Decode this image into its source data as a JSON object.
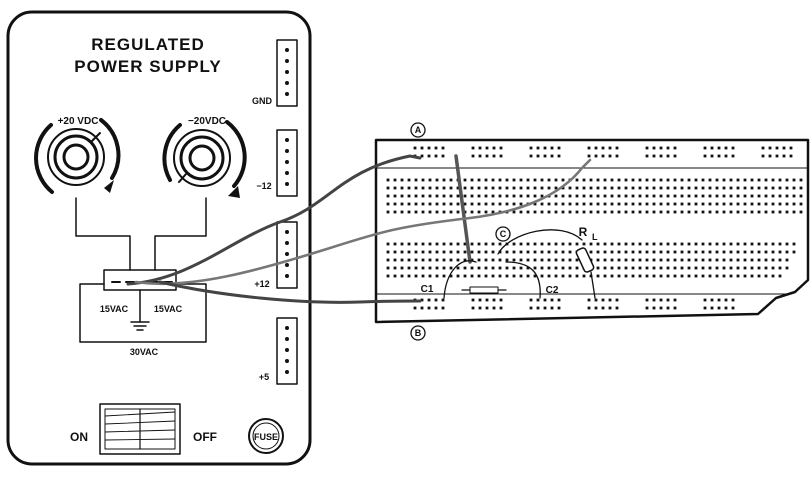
{
  "power_supply": {
    "title_line1": "REGULATED",
    "title_line2": "POWER SUPPLY",
    "knob_left_label": "+20 VDC",
    "knob_right_label": "−20VDC",
    "terminals": [
      "GND",
      "−12",
      "+12",
      "+5"
    ],
    "ac_left": "15VAC",
    "ac_right": "15VAC",
    "ac_total": "30VAC",
    "switch_on": "ON",
    "switch_off": "OFF",
    "fuse": "FUSE"
  },
  "breadboard": {
    "marker_a": "A",
    "marker_b": "B",
    "marker_c": "C",
    "cap1": "C1",
    "cap2": "C2",
    "load_main": "R",
    "load_sub": "L"
  },
  "colors": {
    "ink": "#111111",
    "background": "#ffffff",
    "wire": "#444444"
  }
}
